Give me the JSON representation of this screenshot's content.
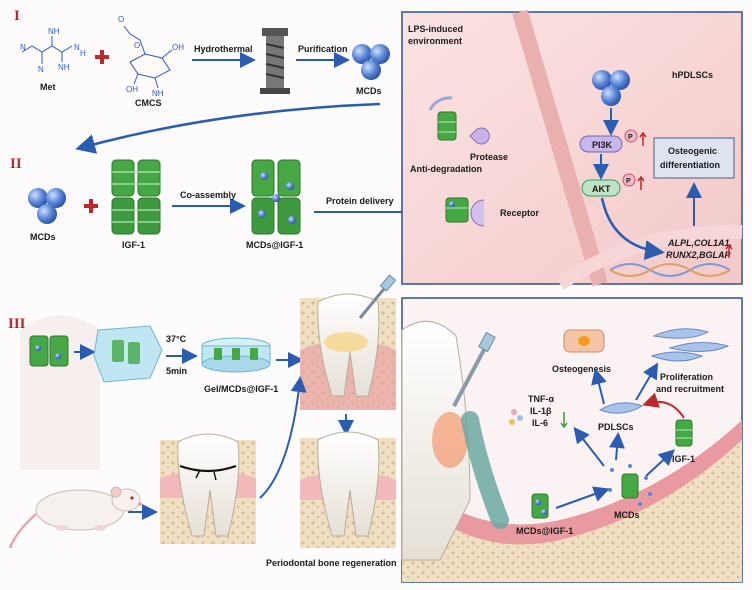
{
  "sections": {
    "s1": "I",
    "s2": "II",
    "s3": "III"
  },
  "section1": {
    "met": "Met",
    "cmcs": "CMCS",
    "hydrothermal": "Hydrothermal",
    "purification": "Purification",
    "mcds": "MCDs",
    "chem": {
      "n1": "N",
      "n2": "N",
      "n3": "N",
      "h1": "H",
      "nh": "NH",
      "nh2": "NH",
      "oh1": "OH",
      "oh2": "OH",
      "o1": "O",
      "o2": "O",
      "nh2b": "NH"
    }
  },
  "section2": {
    "mcds": "MCDs",
    "igf1": "IGF-1",
    "coassembly": "Co-assembly",
    "mcds_igf1": "MCDs@IGF-1",
    "protein_delivery": "Protein delivery"
  },
  "cell_panel": {
    "lps_line1": "LPS-induced",
    "lps_line2": "environment",
    "hpdlscs": "hPDLSCs",
    "protease": "Protease",
    "anti_degradation": "Anti-degradation",
    "receptor": "Receptor",
    "pi3k": "PI3K",
    "akt": "AKT",
    "p1": "P",
    "p2": "P",
    "osteo_line1": "Osteogenic",
    "osteo_line2": "differentiation",
    "genes_line1": "ALPL,COL1A1,",
    "genes_line2": "RUNX2,BGLAP"
  },
  "section3": {
    "temp": "37°C",
    "time": "5min",
    "gel": "Gel/MCDs@IGF-1",
    "regeneration": "Periodontal bone regeneration"
  },
  "mechanism_panel": {
    "osteogenesis": "Osteogenesis",
    "prolif_line1": "Proliferation",
    "prolif_line2": "and recruitment",
    "tnf": "TNF-α",
    "il1": "IL-1β",
    "il6": "IL-6",
    "pdlscs": "PDLSCs",
    "igf1": "IGF-1",
    "mcds": "MCDs",
    "mcds_igf1": "MCDs@IGF-1"
  },
  "colors": {
    "accent_red": "#c0272d",
    "arrow_blue": "#2a5db0",
    "mcd_blue": "#4a78d0",
    "protein_green": "#3a9a3a",
    "gum_pink": "#e89aa0"
  }
}
